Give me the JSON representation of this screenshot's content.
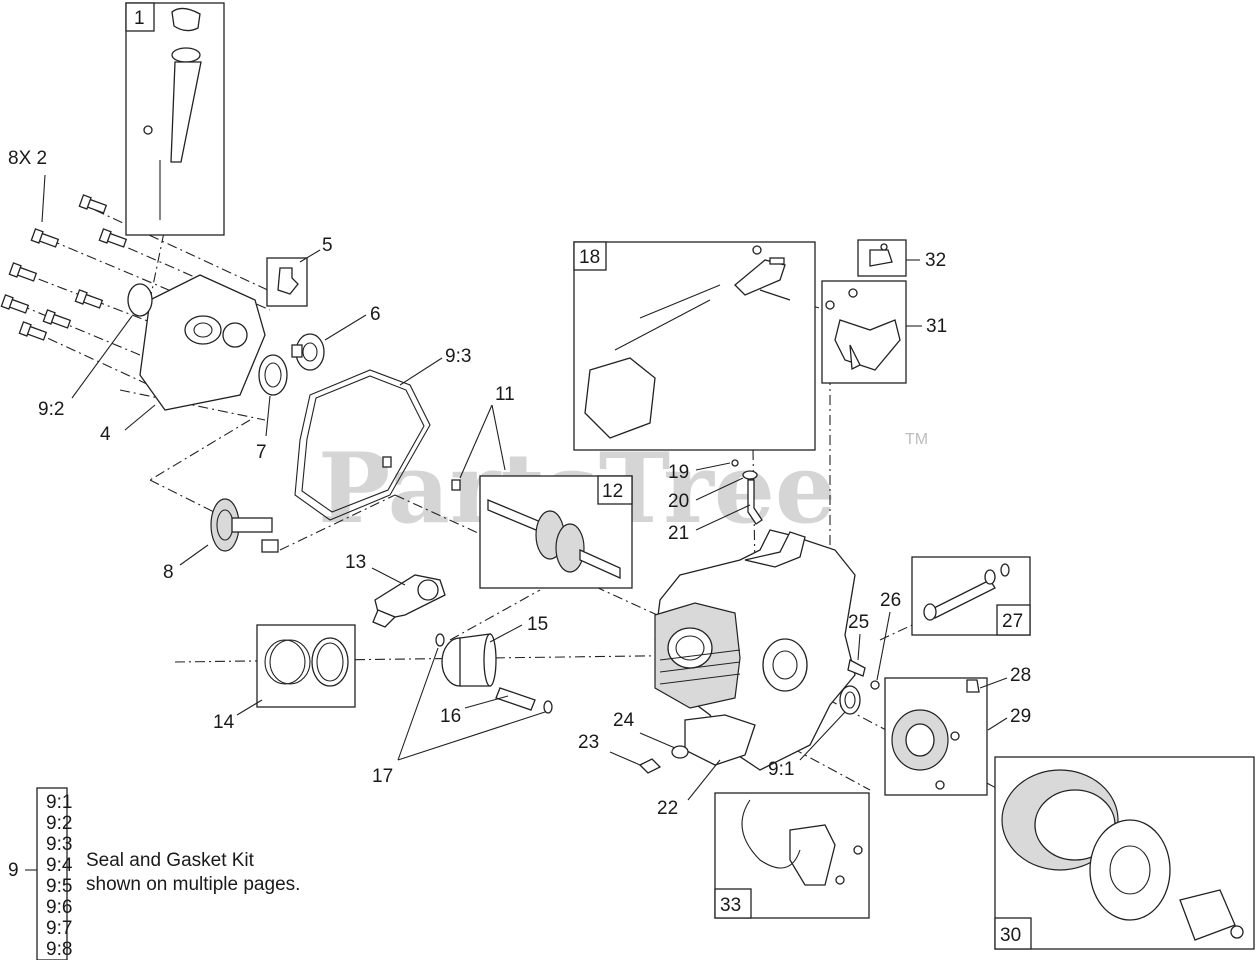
{
  "watermark": {
    "text": "PartsTree",
    "trademark": "TM"
  },
  "callouts": {
    "c1": "1",
    "c8x2": "8X 2",
    "c5": "5",
    "c6": "6",
    "c92": "9:2",
    "c4": "4",
    "c7": "7",
    "c93": "9:3",
    "c11": "11",
    "c8": "8",
    "c12": "12",
    "c13": "13",
    "c15": "15",
    "c14": "14",
    "c16": "16",
    "c17": "17",
    "c18": "18",
    "c19": "19",
    "c20": "20",
    "c21": "21",
    "c32": "32",
    "c31": "31",
    "c26": "26",
    "c25": "25",
    "c27": "27",
    "c28": "28",
    "c29": "29",
    "c24": "24",
    "c23": "23",
    "c22": "22",
    "c91": "9:1",
    "c33": "33",
    "c30": "30"
  },
  "kit_legend": {
    "parent": "9",
    "items": [
      "9:1",
      "9:2",
      "9:3",
      "9:4",
      "9:5",
      "9:6",
      "9:7",
      "9:8"
    ],
    "note_line1": "Seal and Gasket Kit",
    "note_line2": "shown on multiple pages."
  }
}
